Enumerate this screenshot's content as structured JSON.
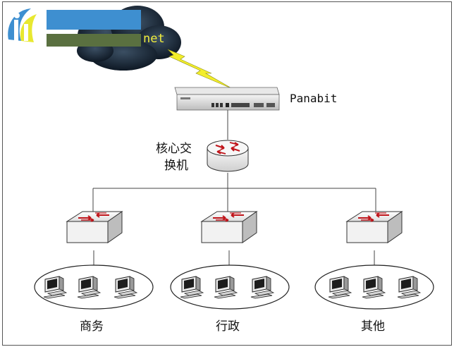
{
  "labels": {
    "internet": "net",
    "gateway": "Panabit",
    "core_switch_line1": "核心交",
    "core_switch_line2": "换机",
    "dept_left": "商务",
    "dept_middle": "行政",
    "dept_right": "其他"
  },
  "icons": {
    "cloud": "cloud-icon",
    "lightning": "lightning-icon",
    "appliance": "server-appliance-icon",
    "router": "router-icon",
    "switch": "switch-icon",
    "pc": "pc-icon",
    "watermark": "site-logo"
  },
  "colors": {
    "border": "#555555",
    "line": "#444444",
    "cloud": "#1a2a3a",
    "lightning": "#f3ee2a",
    "switch_arrows": "#c0141a",
    "logo_blue": "#3e8fd0",
    "logo_green": "#5a7040",
    "logo_yellow": "#e8e830"
  }
}
